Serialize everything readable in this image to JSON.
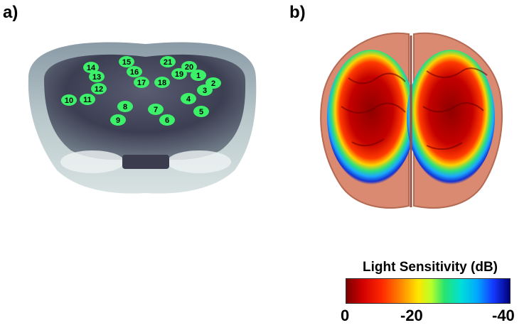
{
  "panels": {
    "a_label": "a)",
    "b_label": "b)"
  },
  "electrodes": [
    {
      "id": "1"
    },
    {
      "id": "2"
    },
    {
      "id": "3"
    },
    {
      "id": "4"
    },
    {
      "id": "5"
    },
    {
      "id": "6"
    },
    {
      "id": "7"
    },
    {
      "id": "8"
    },
    {
      "id": "9"
    },
    {
      "id": "10"
    },
    {
      "id": "11"
    },
    {
      "id": "12"
    },
    {
      "id": "13"
    },
    {
      "id": "14"
    },
    {
      "id": "15"
    },
    {
      "id": "16"
    },
    {
      "id": "17"
    },
    {
      "id": "18"
    },
    {
      "id": "19"
    },
    {
      "id": "20"
    },
    {
      "id": "21"
    }
  ],
  "colorbar": {
    "title": "Light Sensitivity  (dB)",
    "ticks": [
      "0",
      "-20",
      "-40"
    ],
    "range": [
      0,
      -40
    ]
  },
  "colors": {
    "electrode": "#3df06a",
    "head_shell": "#aebfc3",
    "head_cavity": "#3a3c50",
    "brain": "#d98a70"
  }
}
